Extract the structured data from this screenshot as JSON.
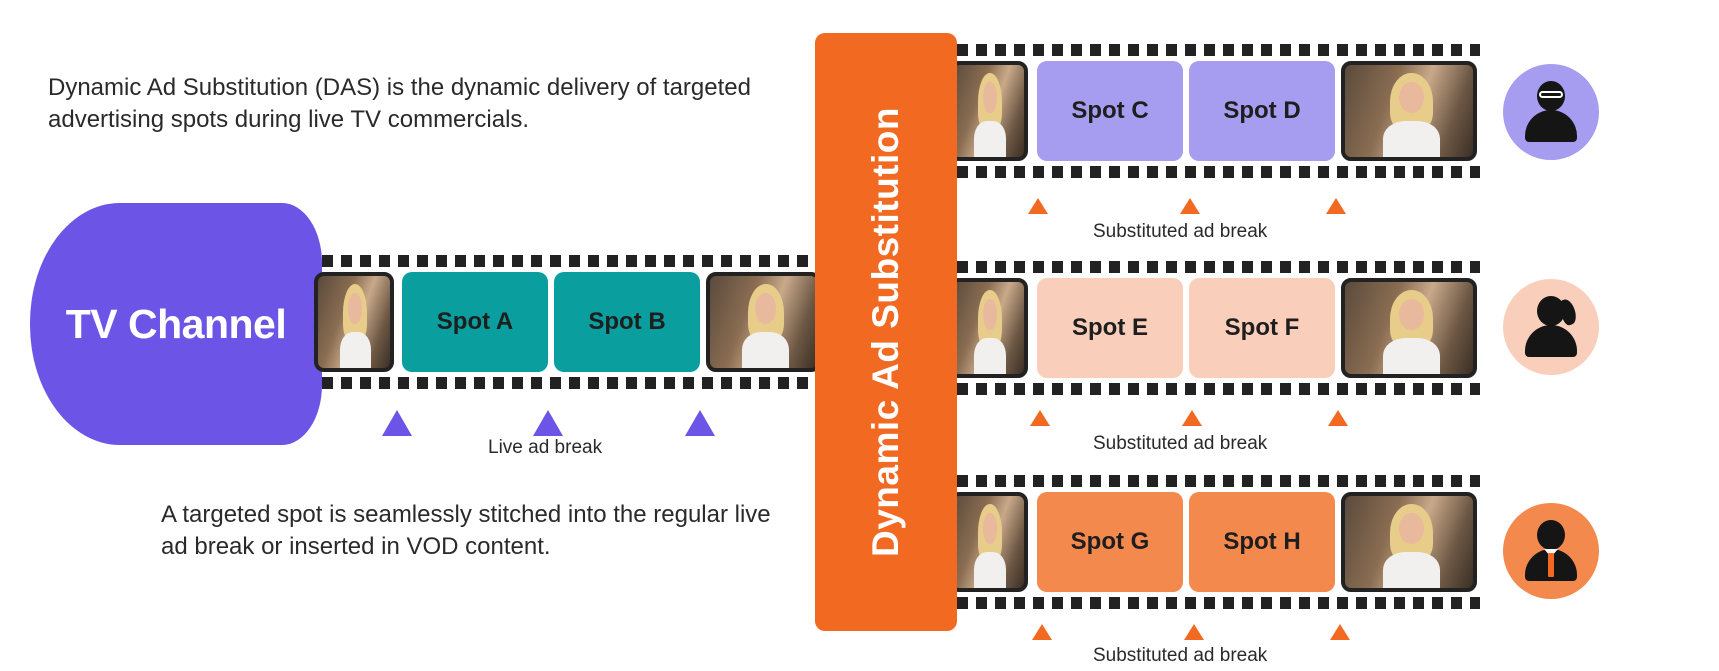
{
  "description": {
    "top": "Dynamic Ad Substitution (DAS) is the dynamic delivery of targeted advertising spots during live TV commercials.",
    "bottom": "A targeted spot is seamlessly stitched into the regular live ad break or inserted in VOD content."
  },
  "channel": {
    "label": "TV Channel",
    "color": "#6c54e6"
  },
  "das": {
    "label": "Dynamic Ad Substitution",
    "color": "#f26a22"
  },
  "live_strip": {
    "spots": [
      "Spot A",
      "Spot B"
    ],
    "spot_color": "#0b9e9e",
    "caption": "Live ad break",
    "marker_color": "#6c54e6"
  },
  "substituted_strips": [
    {
      "spots": [
        "Spot C",
        "Spot D"
      ],
      "spot_color": "#a69cf0",
      "caption": "Substituted ad break",
      "marker_color": "#f26a22",
      "avatar": "viewer-glasses-icon",
      "avatar_bg": "#a69cf0"
    },
    {
      "spots": [
        "Spot E",
        "Spot F"
      ],
      "spot_color": "#f9cfbb",
      "caption": "Substituted ad break",
      "marker_color": "#f26a22",
      "avatar": "viewer-ponytail-icon",
      "avatar_bg": "#f9cfbb"
    },
    {
      "spots": [
        "Spot G",
        "Spot H"
      ],
      "spot_color": "#f3894c",
      "caption": "Substituted ad break",
      "marker_color": "#f26a22",
      "avatar": "viewer-tie-icon",
      "avatar_bg": "#f3894c"
    }
  ]
}
